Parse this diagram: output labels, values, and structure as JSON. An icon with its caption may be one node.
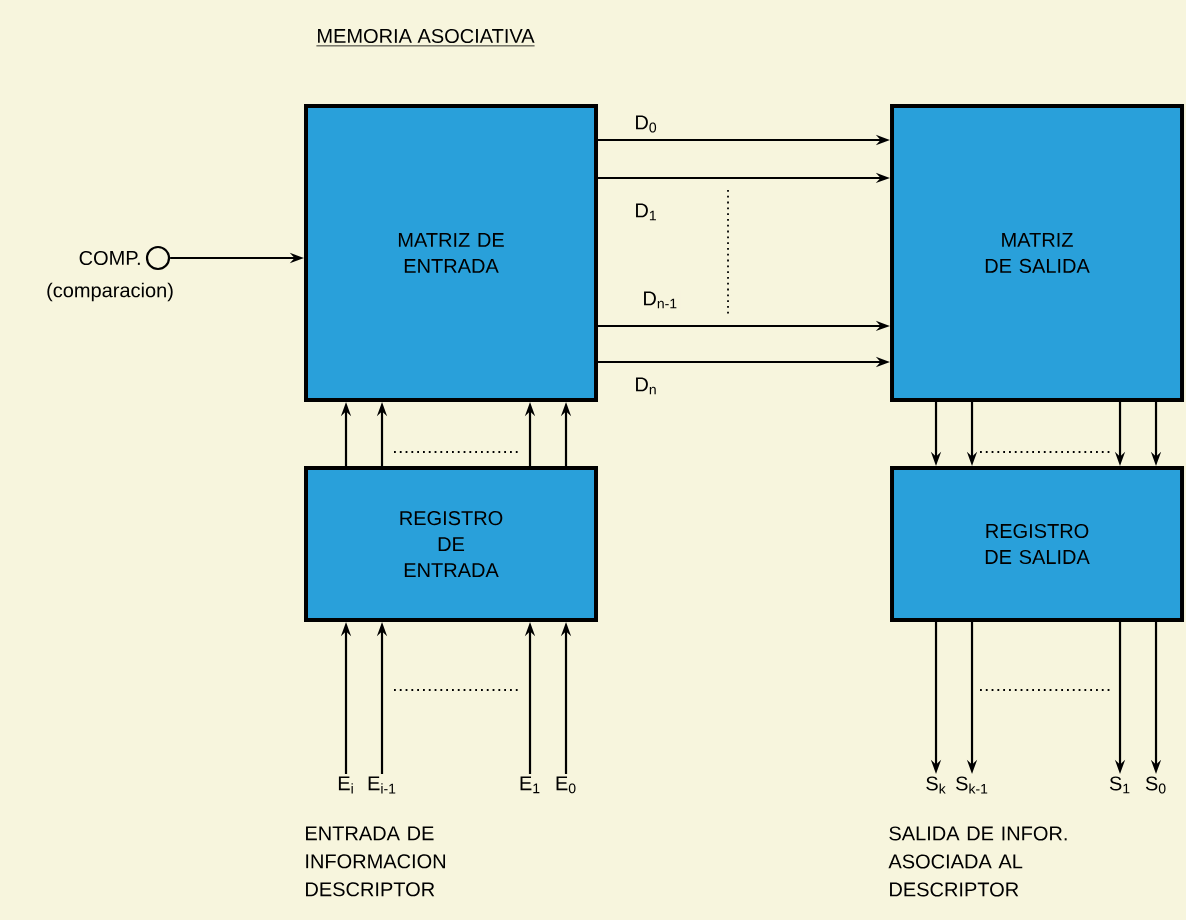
{
  "diagram": {
    "title": "MEMORIA ASOCIATIVA",
    "nodes": [
      {
        "text": [
          "MATRIZ DE ENTRADA"
        ]
      },
      {
        "text": [
          "MATRIZ DE SALIDA"
        ]
      },
      {
        "text": [
          "REGISTRO DE ENTRADA"
        ]
      },
      {
        "text": [
          "REGISTRO DE SALIDA"
        ]
      },
      {
        "text": [],
        "shape": "circle",
        "beside": [
          "COMP.",
          "(comparacion)"
        ]
      },
      {
        "text": [
          "E$_{i}$"
        ]
      },
      {
        "text": [
          "E$_{i-1}$"
        ]
      },
      {
        "text": [
          "E$_{1}$"
        ]
      },
      {
        "text": [
          "E$_{0}$"
        ]
      },
      {
        "text": [
          "S$_{k}$"
        ]
      },
      {
        "text": [
          "S$_{k-1}$"
        ]
      },
      {
        "text": [
          "S$_{1}$"
        ]
      },
      {
        "text": [
          "S$_{0}$"
        ]
      }
    ],
    "edges": [
      {
        "from": 4,
        "to": 0,
        "arrow": "to"
      },
      {
        "from": 0,
        "to": 1,
        "arrow": "to",
        "label": "D$_{0}$"
      },
      {
        "from": 0,
        "to": 1,
        "arrow": "to",
        "label": "D$_{1}$"
      },
      {
        "from": 0,
        "to": 1,
        "arrow": "to",
        "label": "D$_{n-1}$"
      },
      {
        "from": 0,
        "to": 1,
        "arrow": "to",
        "label": "D$_{n}$"
      },
      {
        "from": 2,
        "to": 0,
        "arrow": "to"
      },
      {
        "from": 2,
        "to": 0,
        "arrow": "to"
      },
      {
        "from": 2,
        "to": 0,
        "arrow": "to"
      },
      {
        "from": 2,
        "to": 0,
        "arrow": "to"
      },
      {
        "from": 5,
        "to": 2,
        "arrow": "to"
      },
      {
        "from": 6,
        "to": 2,
        "arrow": "to"
      },
      {
        "from": 7,
        "to": 2,
        "arrow": "to"
      },
      {
        "from": 8,
        "to": 2,
        "arrow": "to"
      },
      {
        "from": 1,
        "to": 3,
        "arrow": "to"
      },
      {
        "from": 1,
        "to": 3,
        "arrow": "to"
      },
      {
        "from": 1,
        "to": 3,
        "arrow": "to"
      },
      {
        "from": 1,
        "to": 3,
        "arrow": "to"
      },
      {
        "from": 3,
        "to": 9,
        "arrow": "to"
      },
      {
        "from": 3,
        "to": 10,
        "arrow": "to"
      },
      {
        "from": 3,
        "to": 11,
        "arrow": "to"
      },
      {
        "from": 3,
        "to": 12,
        "arrow": "to"
      }
    ],
    "labels": [
      "ENTRADA DE INFORMACION DESCRIPTOR",
      "SALIDA DE INFOR. ASOCIADA AL DESCRIPTOR"
    ]
  }
}
